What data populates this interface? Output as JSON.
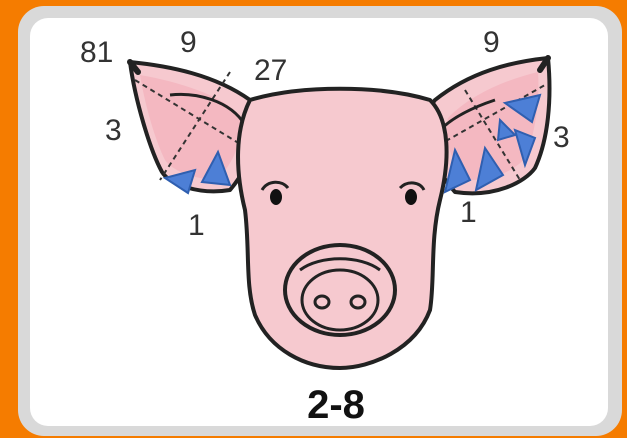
{
  "diagram": {
    "caption": "2-8",
    "left_ear_labels": {
      "top_left": "81",
      "top_middle": "9",
      "top_right": "27",
      "side": "3",
      "bottom": "1"
    },
    "right_ear_labels": {
      "top": "9",
      "side": "3",
      "bottom": "1"
    },
    "colors": {
      "background": "#f57c00",
      "frame": "#d9d9d9",
      "card": "#ffffff",
      "pig_skin": "#f6c9cf",
      "ear_inner": "#f2a9b6",
      "notch": "#4d7fd6",
      "outline": "#222222"
    },
    "notches": {
      "left_ear": 2,
      "right_ear": 5
    }
  }
}
